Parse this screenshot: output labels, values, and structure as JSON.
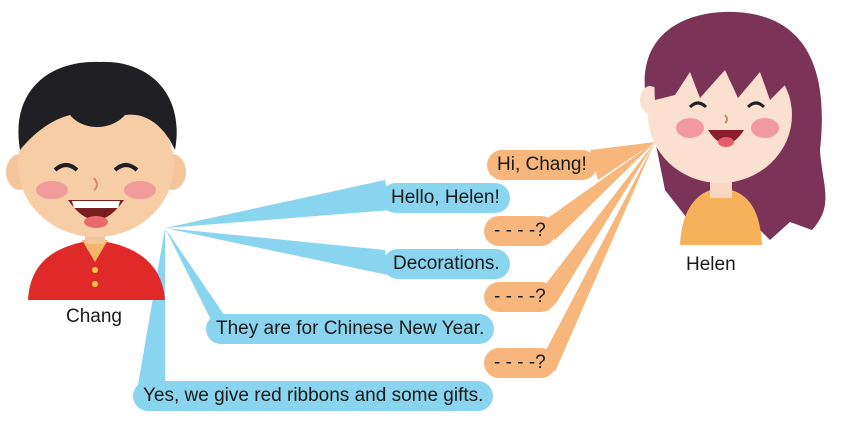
{
  "characters": {
    "boy": {
      "name": "Chang"
    },
    "girl": {
      "name": "Helen"
    }
  },
  "dialogue": {
    "helen_1": "Hi, Chang!",
    "chang_1": "Hello, Helen!",
    "helen_2": "- - - -?",
    "chang_2": "Decorations.",
    "helen_3": "- - - -?",
    "chang_3": "They are for Chinese New Year.",
    "helen_4": "- - - -?",
    "chang_4": "Yes, we give red ribbons and some gifts."
  },
  "colors": {
    "boy_bubble": "#89d4ee",
    "girl_bubble": "#f7b77c",
    "girl_hair": "#7b3458",
    "boy_shirt": "#e02a2a"
  }
}
